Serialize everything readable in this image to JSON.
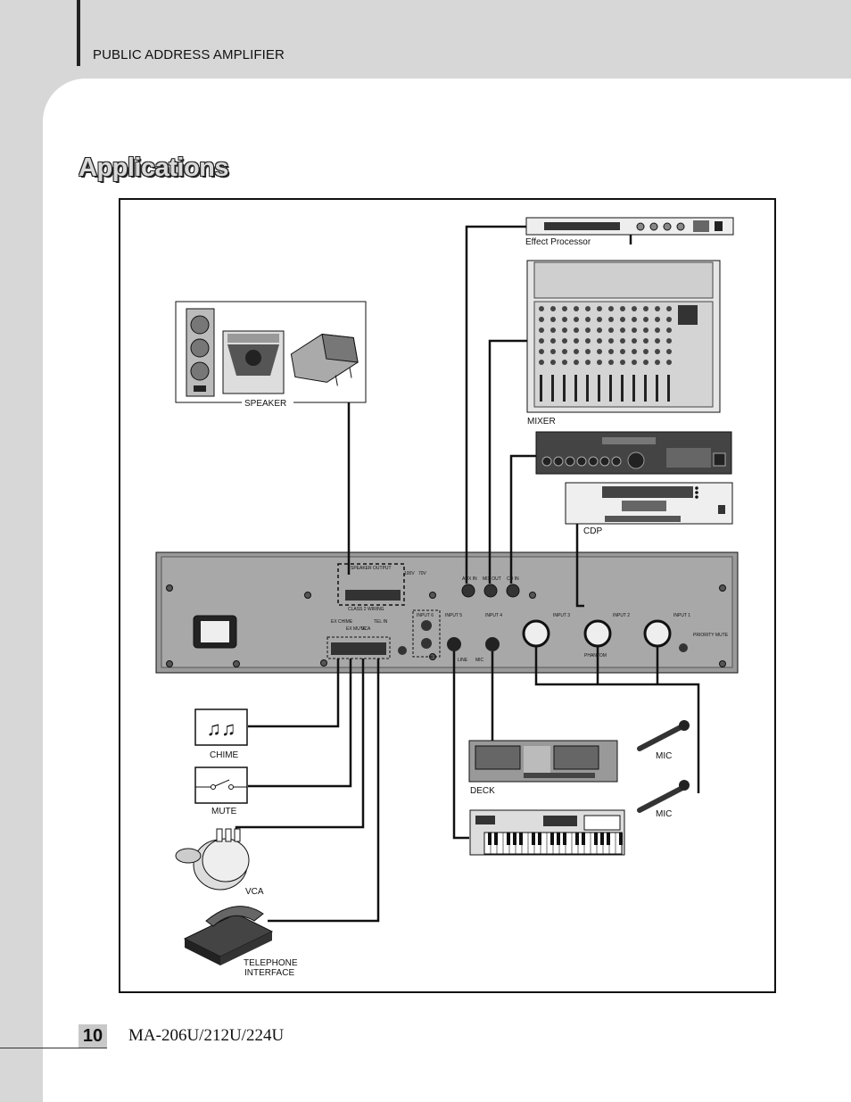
{
  "header": {
    "section": "PUBLIC ADDRESS AMPLIFIER"
  },
  "title": "Applications",
  "footer": {
    "page_number": "10",
    "model": "MA-206U/212U/224U"
  },
  "labels": {
    "effect_processor": "Effect Processor",
    "mixer": "MIXER",
    "speaker": "SPEAKER",
    "cdp": "CDP",
    "chime": "CHIME",
    "mute": "MUTE",
    "vca": "VCA",
    "telephone_1": "TELEPHONE",
    "telephone_2": "INTERFACE",
    "deck": "DECK",
    "mic1": "MIC",
    "mic2": "MIC"
  },
  "panel": {
    "speaker_output": "SPEAKER OUTPUT",
    "class2_wiring": "CLASS 2 WIRING",
    "v100": "100V",
    "v70": "70V",
    "aux_in": "AUX IN",
    "mix_out": "MIX OUT",
    "cd_in": "CD IN",
    "input6": "INPUT 6",
    "input5": "INPUT 5",
    "input4": "INPUT 4",
    "input3": "INPUT 3",
    "input2": "INPUT 2",
    "input1": "INPUT 1",
    "ex_chime": "EX CHIME",
    "ex_mute": "EX MUTE",
    "vca": "VCA",
    "tel_in": "TEL IN",
    "priority_mute": "PRIORITY MUTE",
    "phantom": "PHANTOM",
    "line": "LINE",
    "mic": "MIC"
  }
}
